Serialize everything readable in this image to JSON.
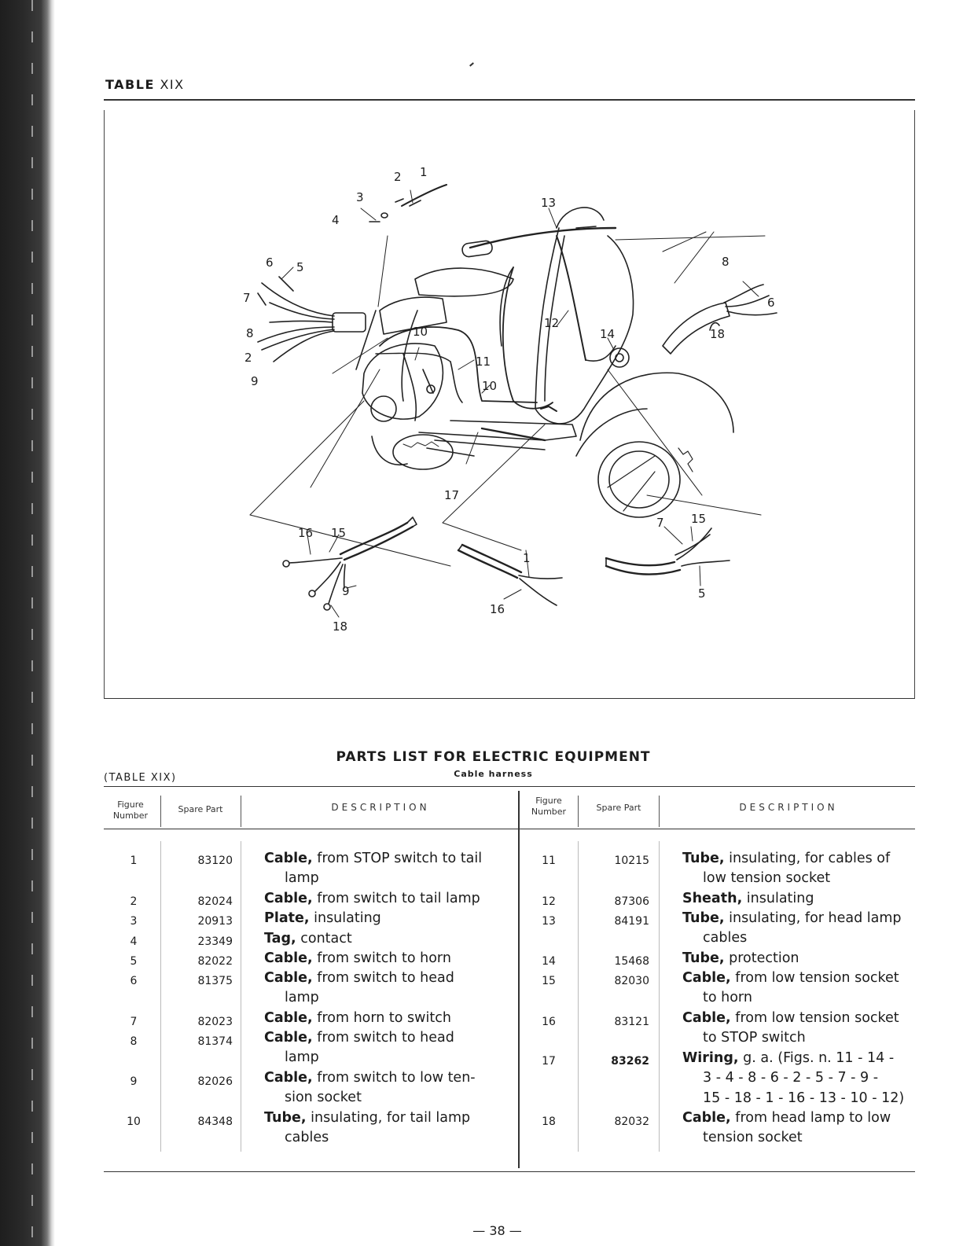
{
  "page": {
    "table_label_prefix": "TABLE",
    "table_label_num": "XIX",
    "heading": "PARTS LIST FOR ELECTRIC EQUIPMENT",
    "subheading": "Cable harness",
    "table_reference": "(TABLE XIX)",
    "page_number": "— 38 —"
  },
  "table_headers": {
    "figure_number_line1": "Figure",
    "figure_number_line2": "Number",
    "spare_part": "Spare Part",
    "description": "DESCRIPTION"
  },
  "callouts": {
    "c1a": "1",
    "c2a": "2",
    "c3": "3",
    "c4": "4",
    "c5a": "5",
    "c6a": "6",
    "c7a": "7",
    "c8a": "8",
    "c2b": "2",
    "c9": "9",
    "c10a": "10",
    "c11": "11",
    "c10b": "10",
    "c12": "12",
    "c13": "13",
    "c14": "14",
    "c8b": "8",
    "c6b": "6",
    "c18a": "18",
    "c17": "17",
    "c16a": "16",
    "c15a": "15",
    "c9b": "9",
    "c18b": "18",
    "c1b": "1",
    "c16b": "16",
    "c7b": "7",
    "c15b": "15",
    "c5b": "5"
  },
  "left_rows": [
    {
      "fig": "1",
      "part": "83120",
      "key": "Cable,",
      "text": "from STOP switch to tail",
      "cont": "lamp"
    },
    {
      "fig": "2",
      "part": "82024",
      "key": "Cable,",
      "text": "from switch to tail lamp",
      "cont": ""
    },
    {
      "fig": "3",
      "part": "20913",
      "key": "Plate,",
      "text": "insulating",
      "cont": ""
    },
    {
      "fig": "4",
      "part": "23349",
      "key": "Tag,",
      "text": "contact",
      "cont": ""
    },
    {
      "fig": "5",
      "part": "82022",
      "key": "Cable,",
      "text": "from switch to horn",
      "cont": ""
    },
    {
      "fig": "6",
      "part": "81375",
      "key": "Cable,",
      "text": "from switch to head",
      "cont": "lamp"
    },
    {
      "fig": "7",
      "part": "82023",
      "key": "Cable,",
      "text": "from horn to switch",
      "cont": ""
    },
    {
      "fig": "8",
      "part": "81374",
      "key": "Cable,",
      "text": "from switch to head",
      "cont": "lamp"
    },
    {
      "fig": "9",
      "part": "82026",
      "key": "Cable,",
      "text": "from switch to low ten-",
      "cont": "sion socket"
    },
    {
      "fig": "10",
      "part": "84348",
      "key": "Tube,",
      "text": "insulating, for tail lamp",
      "cont": "cables"
    }
  ],
  "right_rows": [
    {
      "fig": "11",
      "part": "10215",
      "key": "Tube,",
      "text": "insulating, for cables of",
      "cont": "low tension socket",
      "cont2": ""
    },
    {
      "fig": "12",
      "part": "87306",
      "key": "Sheath,",
      "text": "insulating",
      "cont": "",
      "cont2": ""
    },
    {
      "fig": "13",
      "part": "84191",
      "key": "Tube,",
      "text": "insulating, for head lamp",
      "cont": "cables",
      "cont2": ""
    },
    {
      "fig": "14",
      "part": "15468",
      "key": "Tube,",
      "text": "protection",
      "cont": "",
      "cont2": ""
    },
    {
      "fig": "15",
      "part": "82030",
      "key": "Cable,",
      "text": "from low tension socket",
      "cont": "to horn",
      "cont2": ""
    },
    {
      "fig": "16",
      "part": "83121",
      "key": "Cable,",
      "text": "from low tension socket",
      "cont": "to STOP switch",
      "cont2": ""
    },
    {
      "fig": "17",
      "part": "83262",
      "key": "Wiring,",
      "text": "g. a. (Figs. n. 11 - 14 -",
      "cont": "3 - 4 - 8 - 6 - 2 - 5 - 7 - 9 -",
      "cont2": "15 - 18 - 1 - 16 - 13 - 10 - 12)"
    },
    {
      "fig": "18",
      "part": "82032",
      "key": "Cable,",
      "text": "from head lamp to low",
      "cont": "tension socket",
      "cont2": ""
    }
  ]
}
